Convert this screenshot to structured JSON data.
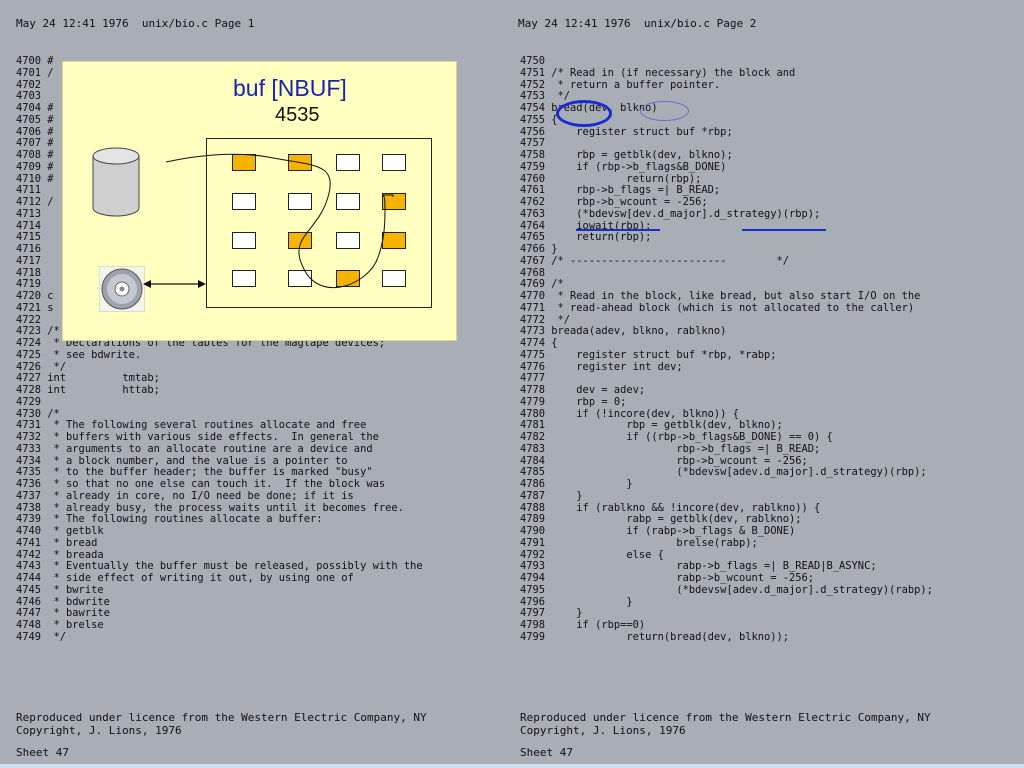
{
  "left_page": {
    "header": "May 24 12:41 1976  unix/bio.c Page 1",
    "lines": [
      "4700 #",
      "4701 /",
      "4702",
      "4703",
      "4704 #",
      "4705 #",
      "4706 #",
      "4707 #",
      "4708 #",
      "4709 #",
      "4710 #",
      "4711",
      "4712 /",
      "4713",
      "4714",
      "4715",
      "4716",
      "4717",
      "4718",
      "4719",
      "4720 c",
      "4721 s",
      "4722",
      "4723 /*",
      "4724  * Declarations of the tables for the magtape devices;",
      "4725  * see bdwrite.",
      "4726  */",
      "4727 int         tmtab;",
      "4728 int         httab;",
      "4729",
      "4730 /*",
      "4731  * The following several routines allocate and free",
      "4732  * buffers with various side effects.  In general the",
      "4733  * arguments to an allocate routine are a device and",
      "4734  * a block number, and the value is a pointer to",
      "4735  * to the buffer header; the buffer is marked \"busy\"",
      "4736  * so that no one else can touch it.  If the block was",
      "4737  * already in core, no I/O need be done; if it is",
      "4738  * already busy, the process waits until it becomes free.",
      "4739  * The following routines allocate a buffer:",
      "4740  * getblk",
      "4741  * bread",
      "4742  * breada",
      "4743  * Eventually the buffer must be released, possibly with the",
      "4744  * side effect of writing it out, by using one of",
      "4745  * bwrite",
      "4746  * bdwrite",
      "4747  * bawrite",
      "4748  * brelse",
      "4749  */"
    ],
    "footer_line1": "Reproduced under licence from the Western Electric Company, NY",
    "footer_line2": "Copyright, J. Lions, 1976",
    "sheet": "Sheet 47"
  },
  "right_page": {
    "header": "May 24 12:41 1976  unix/bio.c Page 2",
    "lines": [
      "4750",
      "4751 /* Read in (if necessary) the block and",
      "4752  * return a buffer pointer.",
      "4753  */",
      "4754 bread(dev, blkno)",
      "4755 {",
      "4756     register struct buf *rbp;",
      "4757",
      "4758     rbp = getblk(dev, blkno);",
      "4759     if (rbp->b_flags&B_DONE)",
      "4760             return(rbp);",
      "4761     rbp->b_flags =| B_READ;",
      "4762     rbp->b_wcount = -256;",
      "4763     (*bdevsw[dev.d_major].d_strategy)(rbp);",
      "4764     iowait(rbp);",
      "4765     return(rbp);",
      "4766 }",
      "4767 /* -------------------------        */",
      "4768",
      "4769 /*",
      "4770  * Read in the block, like bread, but also start I/O on the",
      "4771  * read-ahead block (which is not allocated to the caller)",
      "4772  */",
      "4773 breada(adev, blkno, rablkno)",
      "4774 {",
      "4775     register struct buf *rbp, *rabp;",
      "4776     register int dev;",
      "4777",
      "4778     dev = adev;",
      "4779     rbp = 0;",
      "4780     if (!incore(dev, blkno)) {",
      "4781             rbp = getblk(dev, blkno);",
      "4782             if ((rbp->b_flags&B_DONE) == 0) {",
      "4783                     rbp->b_flags =| B_READ;",
      "4784                     rbp->b_wcount = -256;",
      "4785                     (*bdevsw[adev.d_major].d_strategy)(rbp);",
      "4786             }",
      "4787     }",
      "4788     if (rablkno && !incore(dev, rablkno)) {",
      "4789             rabp = getblk(dev, rablkno);",
      "4790             if (rabp->b_flags & B_DONE)",
      "4791                     brelse(rabp);",
      "4792             else {",
      "4793                     rabp->b_flags =| B_READ|B_ASYNC;",
      "4794                     rabp->b_wcount = -256;",
      "4795                     (*bdevsw[adev.d_major].d_strategy)(rabp);",
      "4796             }",
      "4797     }",
      "4798     if (rbp==0)",
      "4799             return(bread(dev, blkno));"
    ],
    "footer_line1": "Reproduced under licence from the Western Electric Company, NY",
    "footer_line2": "Copyright, J. Lions, 1976",
    "sheet": "Sheet 47"
  },
  "overlay": {
    "title": "buf [NBUF]",
    "line_number": "4535",
    "grid_rows": [
      [
        true,
        true,
        false,
        false
      ],
      [
        false,
        false,
        false,
        true
      ],
      [
        false,
        true,
        false,
        true
      ],
      [
        false,
        false,
        true,
        false
      ]
    ],
    "colors": {
      "used": "#f5b400",
      "free": "#ffffff",
      "panel": "#ffffc0",
      "title": "#1a23b0"
    },
    "icons": [
      "disk-drive-icon",
      "cd-disc-icon"
    ]
  },
  "annotation_colors": {
    "highlight": "#1c2bd0"
  }
}
